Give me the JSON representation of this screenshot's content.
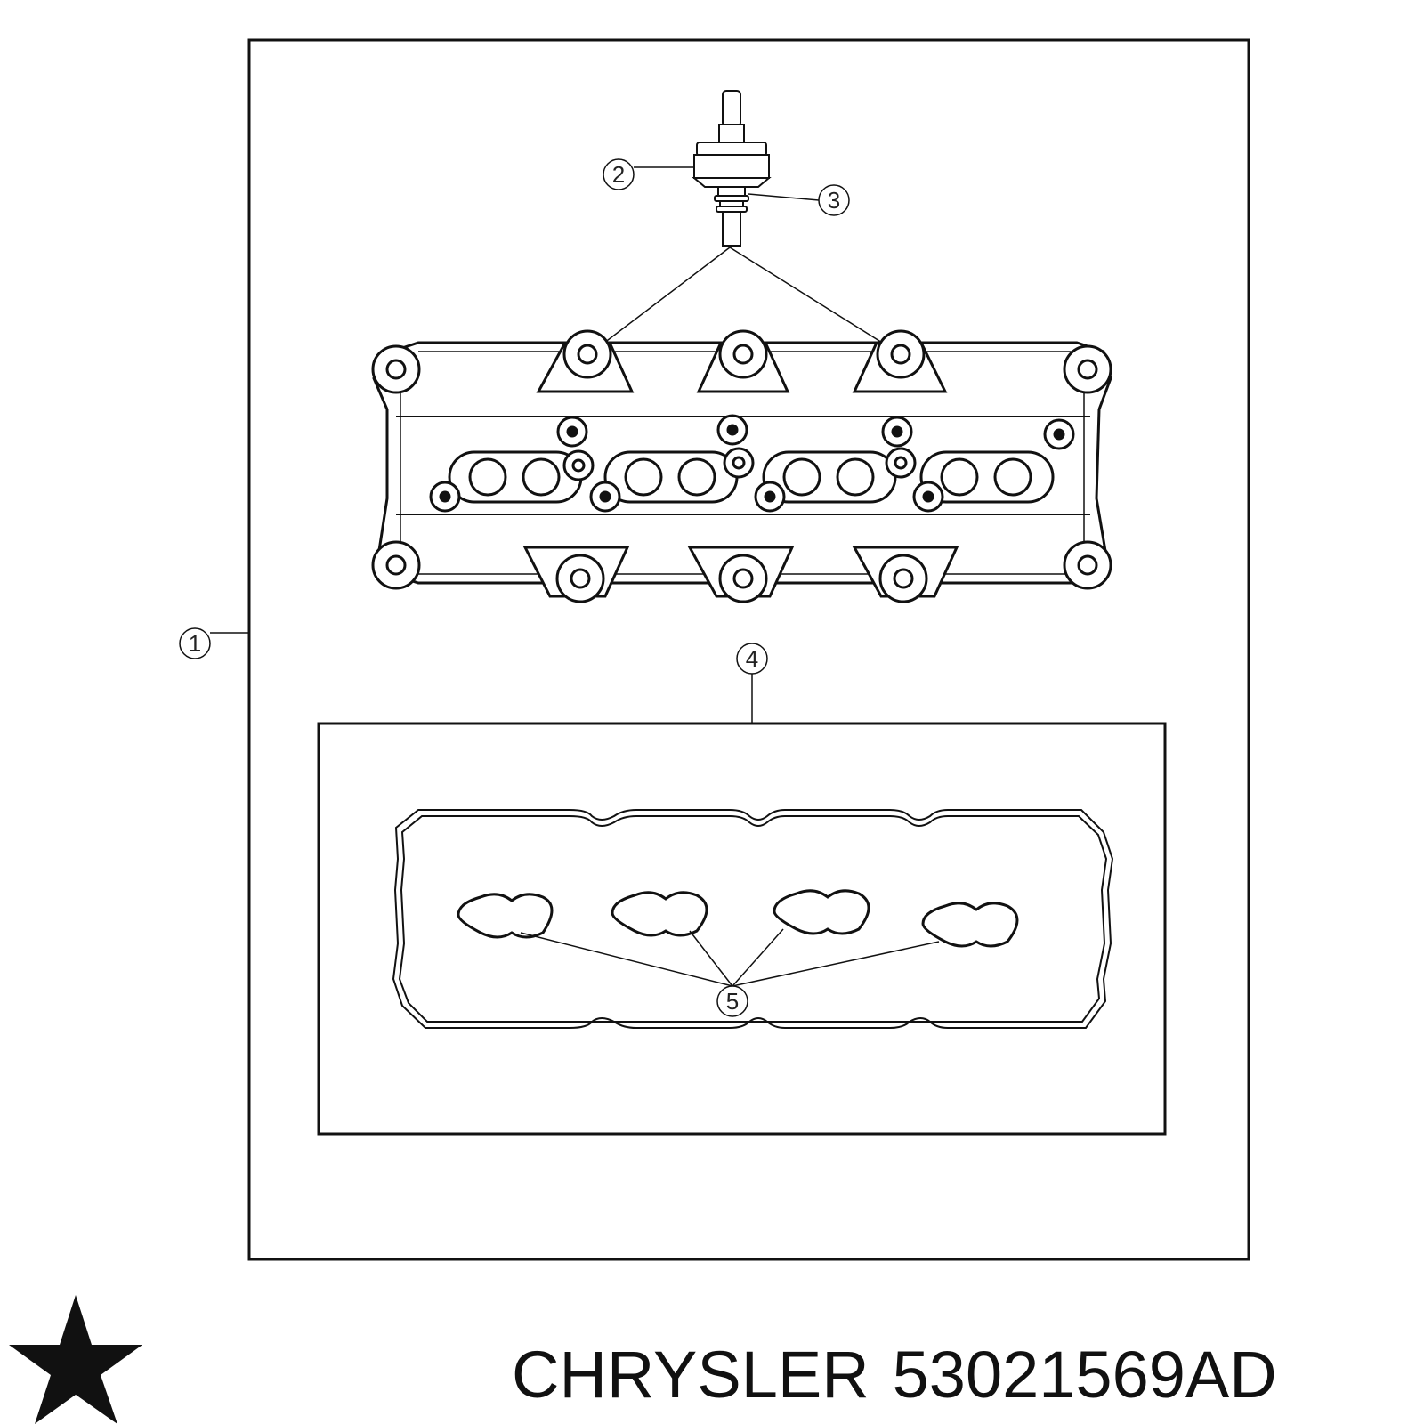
{
  "callouts": {
    "c1": "1",
    "c2": "2",
    "c3": "3",
    "c4": "4",
    "c5": "5"
  },
  "footer": {
    "brand": "CHRYSLER",
    "part_number": "53021569AD"
  },
  "logo": {
    "name": "chrysler-pentastar-logo",
    "color": "#111111"
  }
}
